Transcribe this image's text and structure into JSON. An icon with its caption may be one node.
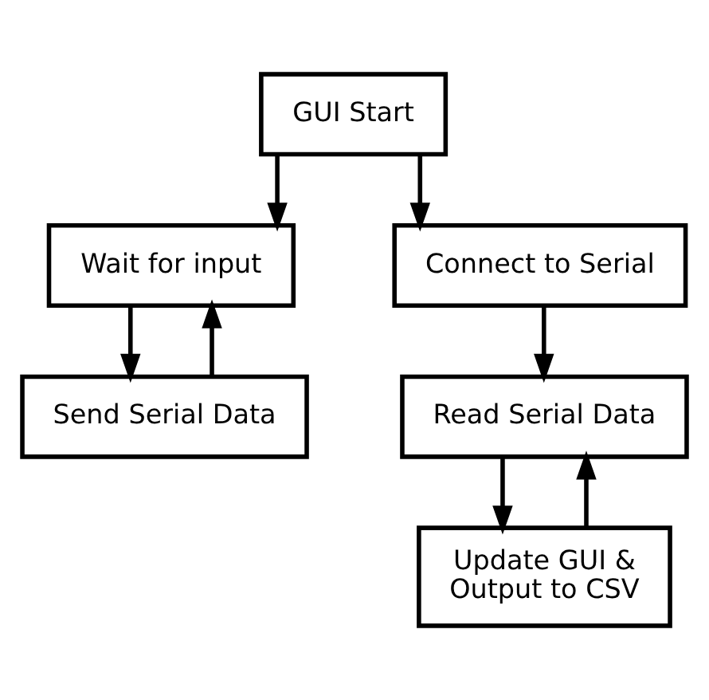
{
  "diagram": {
    "nodes": [
      {
        "text": [
          "GUI Start"
        ]
      },
      {
        "text": [
          "Wait for input"
        ]
      },
      {
        "text": [
          "Send Serial Data"
        ]
      },
      {
        "text": [
          "Connect to Serial"
        ]
      },
      {
        "text": [
          "Read Serial Data"
        ]
      },
      {
        "text": [
          "Update GUI & Output to CSV"
        ]
      }
    ],
    "edges": [
      {
        "from": 0,
        "to": 1,
        "arrow": "to"
      },
      {
        "from": 0,
        "to": 3,
        "arrow": "to"
      },
      {
        "from": 1,
        "to": 2,
        "arrow": "to"
      },
      {
        "from": 2,
        "to": 1,
        "arrow": "to"
      },
      {
        "from": 3,
        "to": 4,
        "arrow": "to"
      },
      {
        "from": 4,
        "to": 5,
        "arrow": "to"
      },
      {
        "from": 5,
        "to": 4,
        "arrow": "to"
      }
    ]
  }
}
